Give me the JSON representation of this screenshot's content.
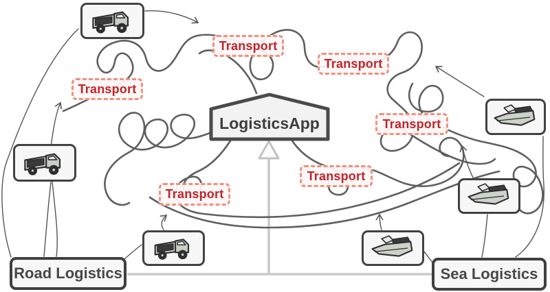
{
  "diagram": {
    "app_node": {
      "label": "LogisticsApp"
    },
    "transport_labels": [
      {
        "label": "Transport"
      },
      {
        "label": "Transport"
      },
      {
        "label": "Transport"
      },
      {
        "label": "Transport"
      },
      {
        "label": "Transport"
      },
      {
        "label": "Transport"
      }
    ],
    "road_node": {
      "label": "Road Logistics"
    },
    "sea_node": {
      "label": "Sea Logistics"
    },
    "icons": {
      "truck": "truck-icon",
      "boat": "boat-icon"
    },
    "colors": {
      "transport_text": "#c2232a",
      "transport_border": "#f0907e",
      "node_border": "#3f3f3f",
      "squiggle": "#5f5f5f",
      "uml_line": "#c8c8c8"
    }
  }
}
